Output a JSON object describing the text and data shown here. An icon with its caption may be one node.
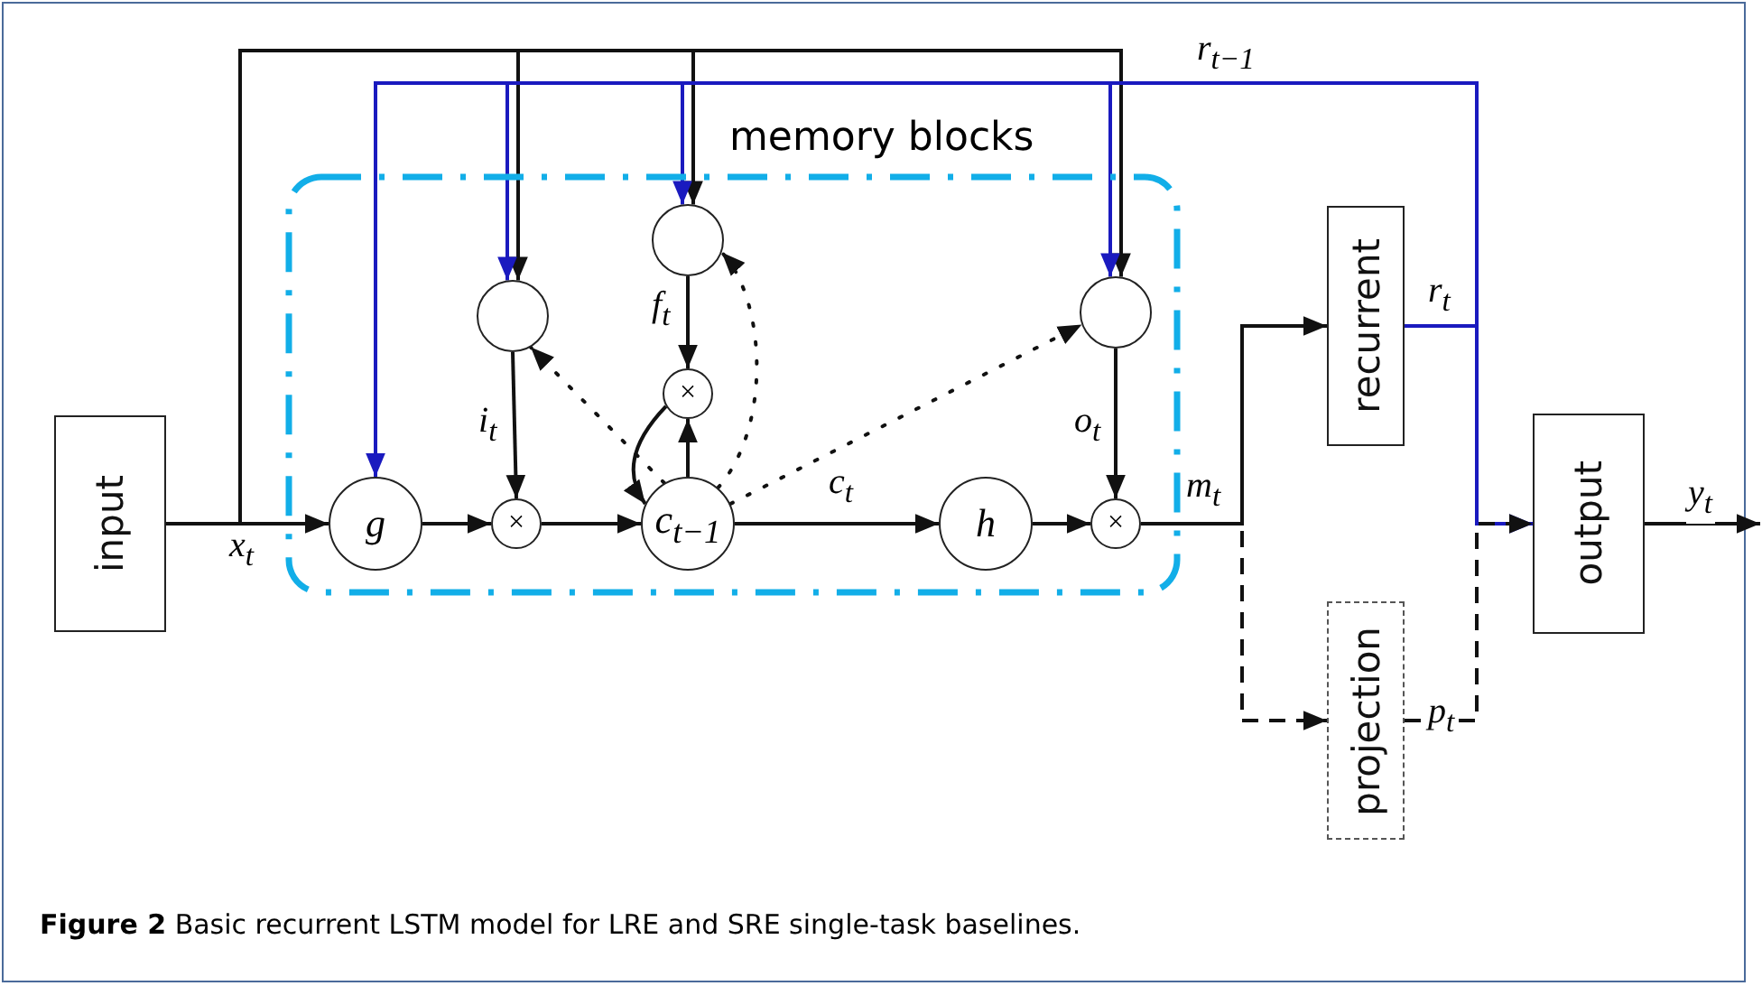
{
  "diagram": {
    "caption": "**Figure 2** Basic recurrent LSTM model for LRE and SRE single-task baselines.",
    "nodes": [
      {
        "text": [
          "input"
        ]
      },
      {
        "text": [
          "memory blocks"
        ]
      },
      {
        "text": [
          "g"
        ],
        "in": 1
      },
      {
        "text": [],
        "shape": "circle",
        "in": 1
      },
      {
        "text": [],
        "shape": "circle",
        "in": 1
      },
      {
        "text": [],
        "shape": "circle",
        "in": 1
      },
      {
        "text": [
          "×"
        ],
        "in": 1
      },
      {
        "text": [
          "×"
        ],
        "in": 1
      },
      {
        "text": [
          "c$_{t−1}$"
        ],
        "in": 1
      },
      {
        "text": [
          "h"
        ],
        "in": 1
      },
      {
        "text": [
          "×"
        ],
        "in": 1
      },
      {
        "text": [
          "recurrent"
        ]
      },
      {
        "text": [
          "projection"
        ]
      },
      {
        "text": [
          "output"
        ]
      }
    ],
    "edges": [
      {
        "from": 0,
        "to": 2,
        "arrow": "to",
        "label": "x$_{t}$"
      },
      {
        "from": 0,
        "to": 3,
        "arrow": "to"
      },
      {
        "from": 0,
        "to": 4,
        "arrow": "to"
      },
      {
        "from": 0,
        "to": 5,
        "arrow": "to"
      },
      {
        "from": 11,
        "to": 2,
        "arrow": "to",
        "label": "r$_{t−1}$",
        "color": "#1a1abf"
      },
      {
        "from": 11,
        "to": 3,
        "arrow": "to",
        "color": "#1a1abf"
      },
      {
        "from": 11,
        "to": 4,
        "arrow": "to",
        "color": "#1a1abf"
      },
      {
        "from": 11,
        "to": 5,
        "arrow": "to",
        "color": "#1a1abf"
      },
      {
        "from": 11,
        "to": 13,
        "arrow": "to",
        "label": "r$_{t}$",
        "color": "#1a1abf"
      },
      {
        "from": 2,
        "to": 6,
        "arrow": "to"
      },
      {
        "from": 3,
        "to": 6,
        "arrow": "to",
        "label": "i$_{t}$"
      },
      {
        "from": 6,
        "to": 8,
        "arrow": "to"
      },
      {
        "from": 4,
        "to": 7,
        "arrow": "to",
        "label": "f$_{t}$"
      },
      {
        "from": 8,
        "to": 7,
        "arrow": "to"
      },
      {
        "from": 7,
        "to": 8,
        "arrow": "to"
      },
      {
        "from": 8,
        "to": 3,
        "arrow": "to",
        "style": "dashed"
      },
      {
        "from": 8,
        "to": 4,
        "arrow": "to",
        "style": "dashed"
      },
      {
        "from": 8,
        "to": 5,
        "arrow": "to",
        "style": "dashed"
      },
      {
        "from": 8,
        "to": 9,
        "arrow": "to",
        "label": "c$_{t}$"
      },
      {
        "from": 9,
        "to": 10,
        "arrow": "to"
      },
      {
        "from": 5,
        "to": 10,
        "arrow": "to",
        "label": "o$_{t}$"
      },
      {
        "from": 10,
        "to": 11,
        "arrow": "to",
        "label": "m$_{t}$"
      },
      {
        "from": 10,
        "to": 12,
        "arrow": "to",
        "style": "dashed"
      },
      {
        "from": 12,
        "to": 13,
        "arrow": "to",
        "label": "p$_{t}$",
        "style": "dashed"
      },
      {
        "from": 13,
        "to": null,
        "arrow": "to",
        "label": "y$_{t}$"
      }
    ]
  }
}
